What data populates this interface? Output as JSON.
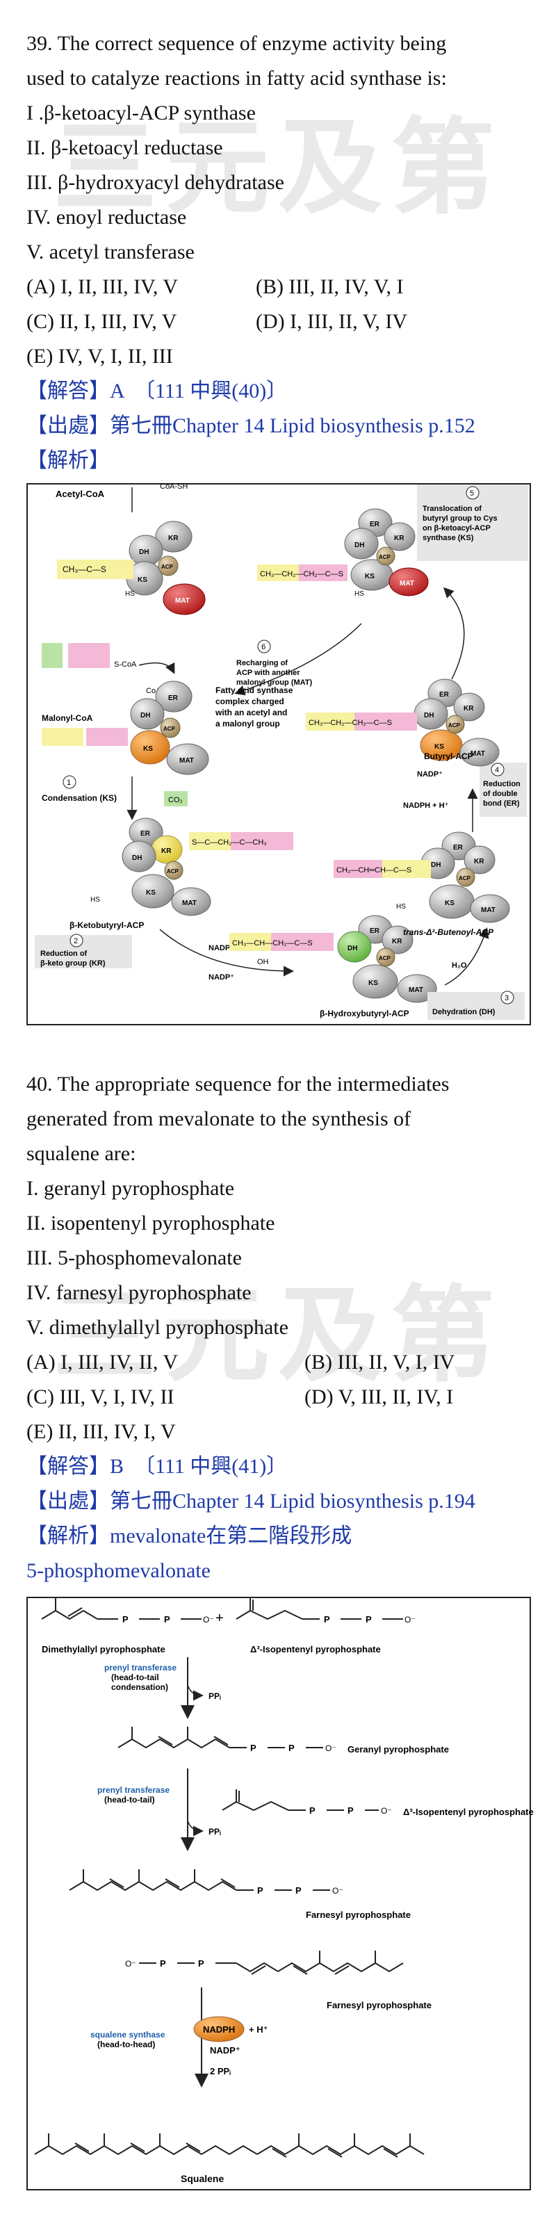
{
  "watermark": "三元及第",
  "q39": {
    "stem_1": "39.   The correct sequence of enzyme activity being",
    "stem_2": "used to catalyze reactions in fatty acid synthase is:",
    "items": [
      "I .β-ketoacyl-ACP synthase",
      "II. β-ketoacyl reductase",
      "III. β-hydroxyacyl dehydratase",
      "IV. enoyl reductase",
      "V. acetyl transferase"
    ],
    "options": {
      "A": "(A) I, II, III, IV, V",
      "B": "(B) III, II, IV, V, I",
      "C": "(C) II, I, III, IV, V",
      "D": "(D) I, III, II, V, IV",
      "E": "(E) IV, V, I, II, III"
    },
    "answer": "【解答】A　〔111 中興(40)〕",
    "source": "【出處】第七冊Chapter 14 Lipid biosynthesis p.152",
    "analysis": "【解析】"
  },
  "fig1": {
    "acetyl_coa": "Acetyl-CoA",
    "coa_sh_top": "CoA-SH",
    "malonyl_coa": "Malonyl-CoA",
    "coa_sh": "CoA-SH",
    "s_coa": "S-CoA",
    "co2": "CO₂",
    "fas_desc_1": "Fatty acid synthase",
    "fas_desc_2": "complex charged",
    "fas_desc_3": "with an acetyl and",
    "fas_desc_4": "a malonyl group",
    "step1_num": "1",
    "step1": "Condensation (KS)",
    "step2_num": "2",
    "step2_1": "Reduction of",
    "step2_2": "β-keto group (KR)",
    "step3_num": "3",
    "step3": "Dehydration (DH)",
    "step4_num": "4",
    "step4_1": "Reduction",
    "step4_2": "of double",
    "step4_3": "bond (ER)",
    "step5_num": "5",
    "step5_1": "Translocation of",
    "step5_2": "butyryl group to Cys",
    "step5_3": "on β-ketoacyl-ACP",
    "step5_4": "synthase (KS)",
    "step6_num": "6",
    "step6_1": "Recharging of",
    "step6_2": "ACP with another",
    "step6_3": "malonyl group (MAT)",
    "ketobutyryl": "β-Ketobutyryl-ACP",
    "hydroxybutyryl": "β-Hydroxybutyryl-ACP",
    "butenoyl": "trans-Δ²-Butenoyl-ACP",
    "butyryl": "Butyryl-ACP",
    "nadph_h": "NADPH + H⁺",
    "nadp": "NADP⁺",
    "h2o": "H₂O",
    "ch3": "CH₃",
    "oh": "OH",
    "o": "O",
    "hs": "HS",
    "s": "S",
    "ch3c_s": "CH₃—C—S",
    "ch2_ch2_c_s": "CH₃—CH₂—CH₂—C—S",
    "ch_ch_c_s": "CH₃—CH═CH—C—S",
    "ch_ch2_c_s": "CH₃—CH—CH₂—C—S",
    "ketobutyryl_formula": "S—C—CH₂—C—CH₃",
    "domains": {
      "er": "ER",
      "kr": "KR",
      "dh": "DH",
      "ks": "KS",
      "acp": "ACP",
      "mat": "MAT"
    }
  },
  "q40": {
    "stem_1": "40.   The appropriate sequence for the intermediates",
    "stem_2": "generated from mevalonate to the synthesis of",
    "stem_3": "squalene are:",
    "items": [
      "I. geranyl pyrophosphate",
      "II. isopentenyl pyrophosphate",
      "III. 5-phosphomevalonate",
      "IV. farnesyl pyrophosphate",
      "V. dimethylallyl pyrophosphate"
    ],
    "options": {
      "A": "(A) I, III, IV, II, V",
      "B": "(B) III, II, V, I, IV",
      "C": "(C) III, V, I, IV, II",
      "D": "(D) V, III, II, IV, I",
      "E": "(E) II, III, IV, I, V"
    },
    "answer": "【解答】B　〔111 中興(41)〕",
    "source": "【出處】第七冊Chapter 14 Lipid biosynthesis p.194",
    "analysis_1": "【解析】mevalonate在第二階段形成",
    "analysis_2": "5-phosphomevalonate"
  },
  "fig2": {
    "dmapp": "Dimethylallyl pyrophosphate",
    "ipp": "Δ³-Isopentenyl pyrophosphate",
    "plus": "+",
    "prenyl1_1": "prenyl transferase",
    "prenyl1_2": "(head-to-tail",
    "prenyl1_3": "condensation)",
    "ppi": "PPᵢ",
    "geranyl": "Geranyl pyrophosphate",
    "prenyl2_1": "prenyl transferase",
    "prenyl2_2": "(head-to-tail)",
    "ipp2": "Δ³-Isopentenyl pyrophosphate",
    "farnesyl": "Farnesyl pyrophosphate",
    "farnesyl2": "Farnesyl pyrophosphate",
    "squalene_synthase_1": "squalene synthase",
    "squalene_synthase_2": "(head-to-head)",
    "nadph": "NADPH",
    "h_plus": "+ H⁺",
    "nadp": "NADP⁺",
    "two_ppi": "2 PPᵢ",
    "squalene": "Squalene",
    "o_minus": "O⁻",
    "o": "O",
    "p": "P"
  }
}
